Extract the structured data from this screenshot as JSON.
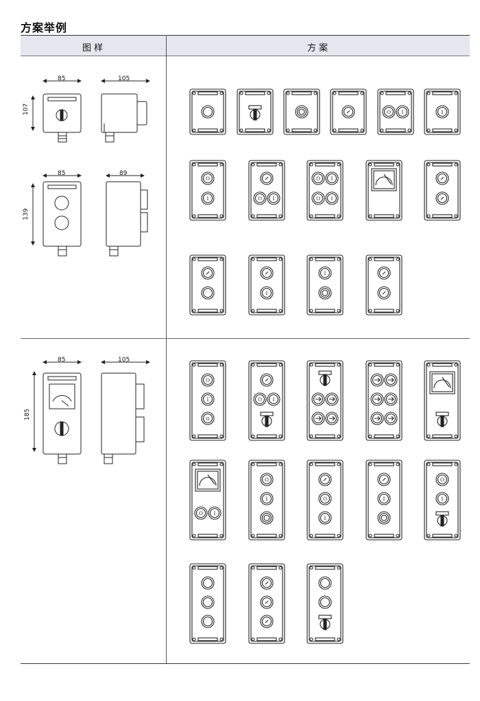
{
  "title": "方案举例",
  "header": {
    "col1": "图 样",
    "col2": "方 案"
  },
  "dims": {
    "s1": {
      "width": "85",
      "depth": "105",
      "height": "107"
    },
    "s2": {
      "width": "85",
      "depth": "89",
      "height": "139"
    },
    "s3": {
      "width": "85",
      "depth": "105",
      "height": "185"
    }
  },
  "symbols": {
    "o": "O",
    "i": "I",
    "ii": "II"
  }
}
